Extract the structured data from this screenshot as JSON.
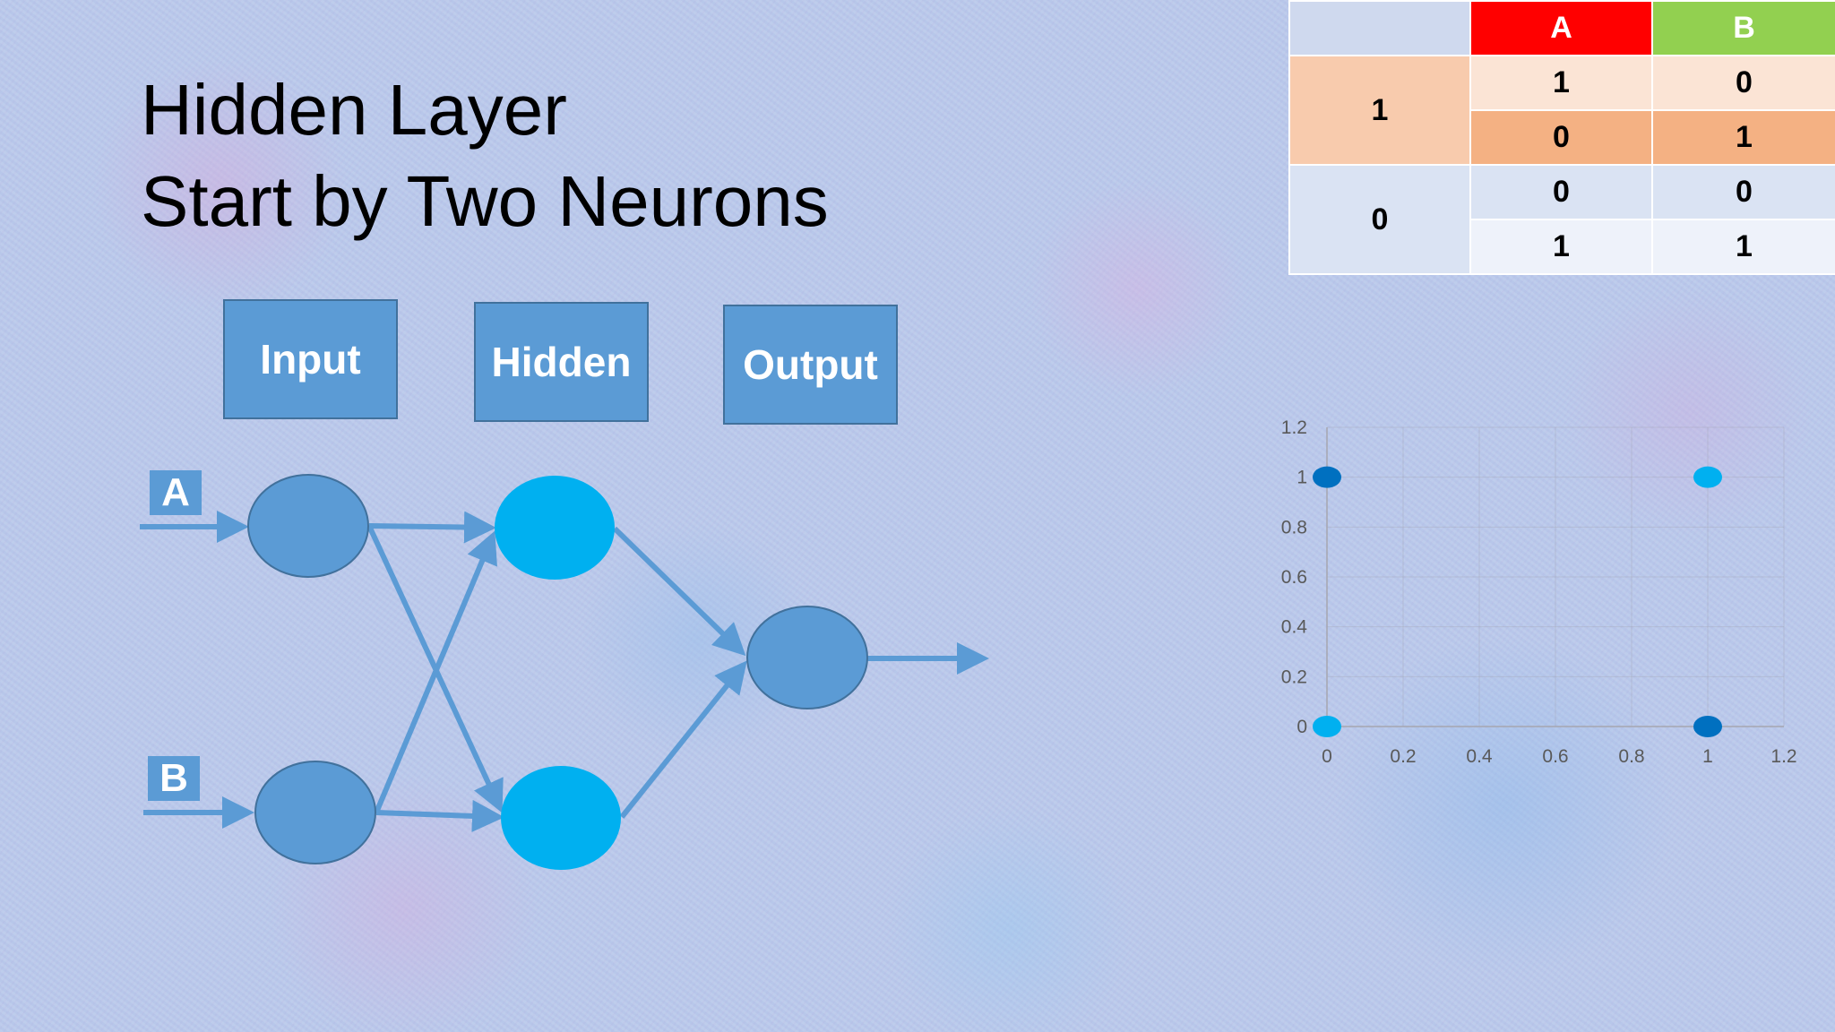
{
  "title": {
    "line1": "Hidden Layer",
    "line2": "Start by Two Neurons"
  },
  "layers": {
    "input": "Input",
    "hidden": "Hidden",
    "output": "Output"
  },
  "inputs": {
    "a": "A",
    "b": "B"
  },
  "colors": {
    "input_node": "#5b9bd5",
    "hidden_node": "#00b0f0",
    "arrow": "#5b9bd5",
    "header_a": "#ff0000",
    "header_b": "#92d050"
  },
  "truth_table": {
    "headers": [
      "",
      "A",
      "B"
    ],
    "groups": [
      {
        "label": "1",
        "rows": [
          [
            "1",
            "0"
          ],
          [
            "0",
            "1"
          ]
        ]
      },
      {
        "label": "0",
        "rows": [
          [
            "0",
            "0"
          ],
          [
            "1",
            "1"
          ]
        ]
      }
    ]
  },
  "chart_data": {
    "type": "scatter",
    "title": "",
    "xlabel": "",
    "ylabel": "",
    "xlim": [
      0,
      1.2
    ],
    "ylim": [
      0,
      1.2
    ],
    "x_ticks": [
      "0",
      "0.2",
      "0.4",
      "0.6",
      "0.8",
      "1",
      "1.2"
    ],
    "y_ticks": [
      "0",
      "0.2",
      "0.4",
      "0.6",
      "0.8",
      "1",
      "1.2"
    ],
    "grid": true,
    "series": [
      {
        "color": "#0070c0",
        "points": [
          [
            0,
            1
          ],
          [
            1,
            0
          ]
        ]
      },
      {
        "color": "#00b0f0",
        "points": [
          [
            0,
            0
          ],
          [
            1,
            1
          ]
        ]
      }
    ]
  }
}
